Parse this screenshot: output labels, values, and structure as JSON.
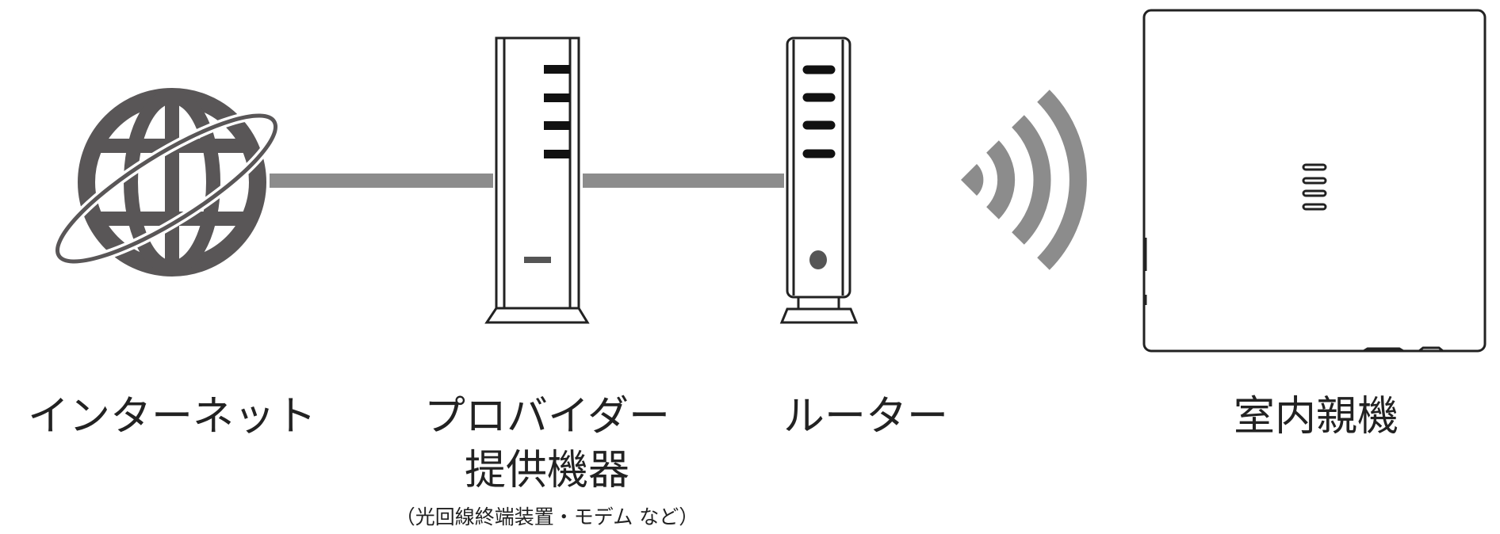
{
  "labels": {
    "internet": "インターネット",
    "provider_line1": "プロバイダー",
    "provider_line2": "提供機器",
    "provider_note": "（光回線終端装置・モデム など）",
    "router": "ルーター",
    "indoor_unit": "室内親機"
  },
  "icons": [
    "globe-icon",
    "provider-device-icon",
    "router-icon",
    "wifi-signal-icon",
    "indoor-unit-icon"
  ],
  "colors": {
    "line": "#8c8c8c",
    "globe": "#595657",
    "outline": "#222222"
  }
}
